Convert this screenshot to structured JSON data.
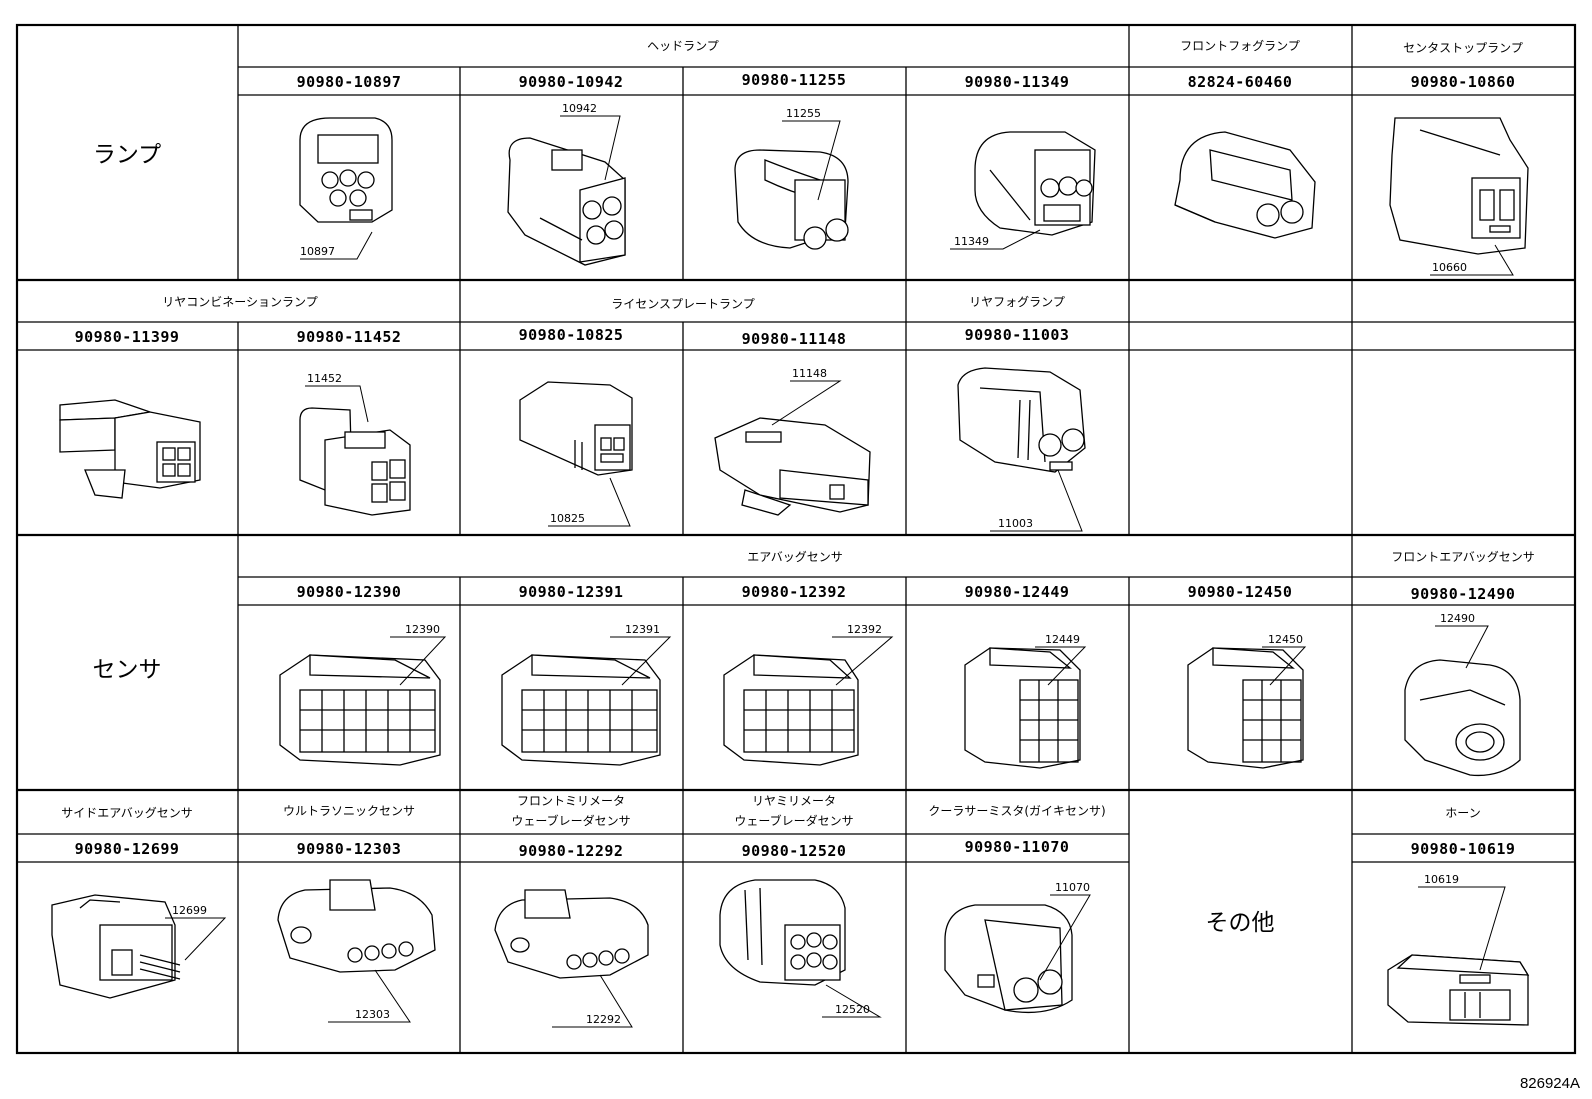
{
  "sections": [
    {
      "category": "ランプ",
      "groups": [
        {
          "label": "ヘッドランプ"
        },
        {
          "label": "フロントフォグランプ"
        },
        {
          "label": "センタストップランプ"
        }
      ],
      "parts": [
        "90980-10897",
        "90980-10942",
        "90980-11255",
        "90980-11349",
        "82824-60460",
        "90980-10860"
      ],
      "callouts": [
        "10897",
        "10942",
        "11255",
        "11349",
        "",
        "10660"
      ]
    },
    {
      "groups": [
        {
          "label": "リヤコンビネーションランプ"
        },
        {
          "label": "ライセンスプレートランプ"
        },
        {
          "label": "リヤフォグランプ"
        }
      ],
      "parts": [
        "90980-11399",
        "90980-11452",
        "90980-10825",
        "90980-11148",
        "90980-11003"
      ],
      "callouts": [
        "",
        "11452",
        "10825",
        "11148",
        "11003"
      ]
    },
    {
      "category": "センサ",
      "groups": [
        {
          "label": "エアバッグセンサ"
        },
        {
          "label": "フロントエアバッグセンサ"
        }
      ],
      "parts": [
        "90980-12390",
        "90980-12391",
        "90980-12392",
        "90980-12449",
        "90980-12450",
        "90980-12490"
      ],
      "callouts": [
        "12390",
        "12391",
        "12392",
        "12449",
        "12450",
        "12490"
      ]
    },
    {
      "category": "その他",
      "groups": [
        {
          "label": "サイドエアバッグセンサ"
        },
        {
          "label": "ウルトラソニックセンサ"
        },
        {
          "label_lines": [
            "フロントミリメータ",
            "ウェーブレーダセンサ"
          ]
        },
        {
          "label_lines": [
            "リヤミリメータ",
            "ウェーブレーダセンサ"
          ]
        },
        {
          "label": "クーラサーミスタ(ガイキセンサ)"
        },
        {
          "label": "ホーン"
        }
      ],
      "parts": [
        "90980-12699",
        "90980-12303",
        "90980-12292",
        "90980-12520",
        "90980-11070",
        "90980-10619"
      ],
      "callouts": [
        "12699",
        "12303",
        "12292",
        "12520",
        "11070",
        "10619"
      ]
    }
  ],
  "footer_code": "826924A"
}
